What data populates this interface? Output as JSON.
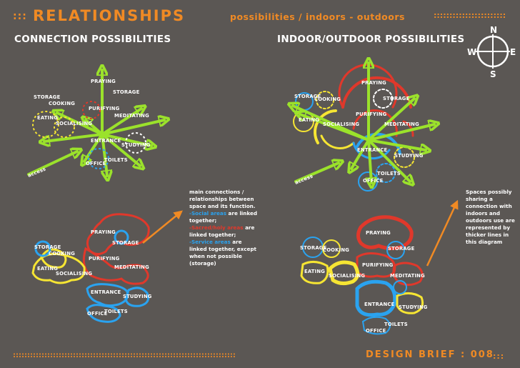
{
  "header": {
    "lead_dots": ":::",
    "title": "RELATIONSHIPS",
    "subtitle": "possibilities / indoors - outdoors",
    "trail_dots": ":::::::::::::::::::::::"
  },
  "sections": {
    "left": "CONNECTION POSSIBILITIES",
    "right": "INDOOR/OUTDOOR POSSIBILITIES"
  },
  "compass": {
    "n": "N",
    "s": "S",
    "e": "E",
    "w": "W"
  },
  "spaces": {
    "praying": "PRAYING",
    "storage": "STORAGE",
    "cooking": "COOKING",
    "purifying": "PURIFYING",
    "eating": "EATING",
    "meditating": "MEDITATING",
    "socialising": "SOCIALISING",
    "entrance": "ENTRANCE",
    "studying": "STUDYING",
    "office": "OFFICE",
    "toilets": "TOILETS"
  },
  "arrow_label": "access",
  "notes": {
    "left_intro": "main connections / relationships between space and its function.",
    "social_term": "-Social areas",
    "social_text": " are linked together;",
    "sacred_term": "-Sacred/holy areas",
    "sacred_text": " are linked together;",
    "service_term": "-Service areas",
    "service_text": " are linked together, except when not possible (storage)",
    "right": "Spaces possibly sharing a connection with indoors and outdoors use are represented by thicker lines in this diagram"
  },
  "footer": {
    "dots": "::::::::::::::::::::::::::::::::::::::::::::::::::::::::::::::::::::::::::::::",
    "brief": "DESIGN BRIEF : 008",
    "trail": ":::"
  },
  "colors": {
    "background": "#5b5754",
    "accent_orange": "#f08a24",
    "arrow_green": "#9be22b",
    "social_yellow": "#f6e533",
    "sacred_red": "#e0382b",
    "service_blue": "#2aa3f0",
    "dashed_white": "#ffffff"
  }
}
